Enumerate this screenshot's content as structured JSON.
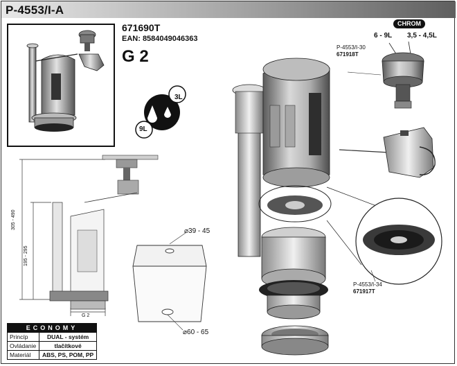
{
  "header": {
    "title": "P-4553/I-A"
  },
  "product": {
    "code": "671690T",
    "ean": "EAN: 8584049046363",
    "class": "G 2"
  },
  "volumes": {
    "full": "9L",
    "half": "3L"
  },
  "button_label": {
    "badge": "CHROM",
    "full": "6 - 9L",
    "half": "3,5 - 4,5L",
    "part_ref": "P-4553/I-30",
    "part_code": "671918T"
  },
  "seal_label": {
    "part_ref": "P-4553/I-34",
    "part_code": "671917T"
  },
  "dimensions": {
    "height_total": "305 - 490",
    "height_body": "195 - 295",
    "width": "G 2",
    "hole_top": "⌀39 - 45",
    "hole_bottom": "⌀60 - 65"
  },
  "economy": {
    "heading": "ECONOMY",
    "rows": [
      {
        "label": "Princíp",
        "value": "DUAL - systém"
      },
      {
        "label": "Ovládanie",
        "value": "tlačítkové"
      },
      {
        "label": "Materiál",
        "value": "ABS, PS, POM, PP"
      }
    ]
  }
}
